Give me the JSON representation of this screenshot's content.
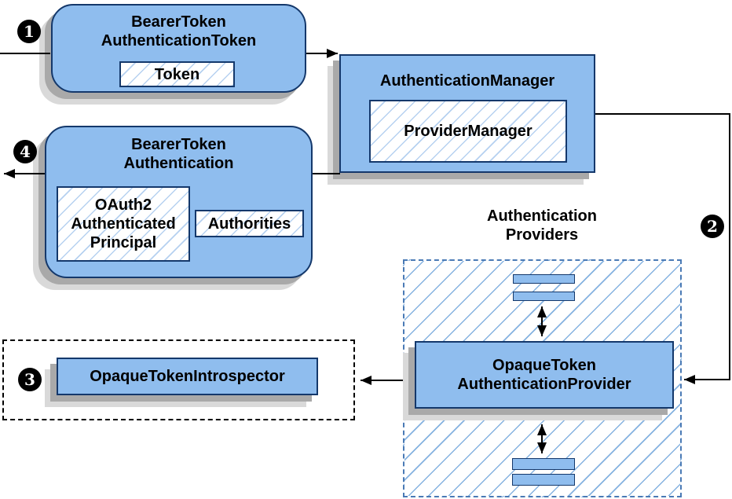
{
  "steps": {
    "step1": "1",
    "step2": "2",
    "step3": "3",
    "step4": "4"
  },
  "nodes": {
    "bearer_token_authentication_token": {
      "title": "BearerToken\nAuthenticationToken",
      "token": "Token"
    },
    "authentication_manager": {
      "title": "AuthenticationManager",
      "provider_manager": "ProviderManager"
    },
    "bearer_token_authentication": {
      "title": "BearerToken\nAuthentication",
      "principal": "OAuth2\nAuthenticated\nPrincipal",
      "authorities": "Authorities"
    },
    "authentication_providers": {
      "title": "Authentication\nProviders"
    },
    "opaque_token_authentication_provider": {
      "title": "OpaqueToken\nAuthenticationProvider"
    },
    "opaque_token_introspector": {
      "title": "OpaqueTokenIntrospector"
    }
  },
  "colors": {
    "box_fill": "#8fbdee",
    "box_border": "#14386b",
    "dashed_border": "#4a7ab5",
    "hatch_small": "#b6d1f0",
    "hatch_large": "#85b2e0",
    "shadow1": "#a9a9a9",
    "shadow2": "#d9d9d9",
    "line": "#000000",
    "badge_bg": "#000000",
    "badge_fg": "#ffffff"
  }
}
